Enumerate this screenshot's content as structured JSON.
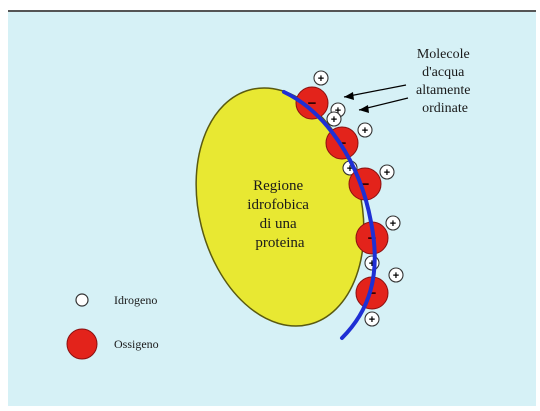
{
  "diagram": {
    "region_label_lines": [
      "Regione",
      "idrofobica",
      "di una",
      "proteina"
    ],
    "annotation_lines": [
      "Molecole",
      "d'acqua",
      "altamente",
      "ordinate"
    ],
    "legend": {
      "hydrogen_label": "Idrogeno",
      "oxygen_label": "Ossigeno"
    },
    "oxygen_sign": "−",
    "hydrogen_sign": "+",
    "colors": {
      "background": "#d6f1f6",
      "region_fill": "#e8e832",
      "region_stroke": "#5a5a10",
      "oxygen": "#e3231b",
      "hydrogen": "#ffffff",
      "boundary": "#1e2fd4"
    }
  }
}
